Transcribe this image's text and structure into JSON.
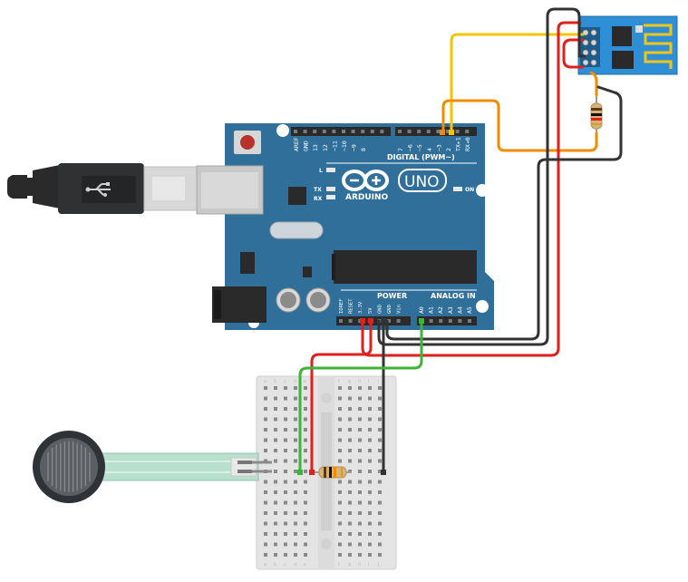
{
  "board": {
    "logo_text": "ARDUINO",
    "model": "UNO",
    "power_label": "POWER",
    "analog_label": "ANALOG IN",
    "digital_label": "DIGITAL (PWM~)",
    "led_l": "L",
    "led_tx": "TX",
    "led_rx": "RX",
    "led_on": "ON",
    "digital_pins": [
      "AREF",
      "GND",
      "13",
      "12",
      "~11",
      "~10",
      "~9",
      "8",
      "7",
      "~6",
      "~5",
      "4",
      "~3",
      "2",
      "TX▸1",
      "RX◂0"
    ],
    "power_pins": [
      "IOREF",
      "RESET",
      "3.3V",
      "5V",
      "GND",
      "GND",
      "Vin"
    ],
    "analog_pins": [
      "A0",
      "A1",
      "A2",
      "A3",
      "A4",
      "A5"
    ]
  },
  "breadboard": {
    "col_letters": [
      "a",
      "b",
      "c",
      "d",
      "e",
      "f",
      "g",
      "h",
      "i",
      "j"
    ]
  },
  "colors": {
    "board": "#2f6f9a",
    "board_dark": "#24587c",
    "header": "#2a2a2a",
    "wire_red": "#e0201c",
    "wire_black": "#333333",
    "wire_green": "#3db33a",
    "wire_yellow": "#f2c500",
    "wire_orange": "#f08c00",
    "esp_board": "#2f8fd6",
    "breadboard": "#e4e4e4"
  },
  "icons": [
    "usb-cable-icon",
    "usb-symbol-icon",
    "arduino-logo-icon",
    "wifi-antenna-icon"
  ]
}
